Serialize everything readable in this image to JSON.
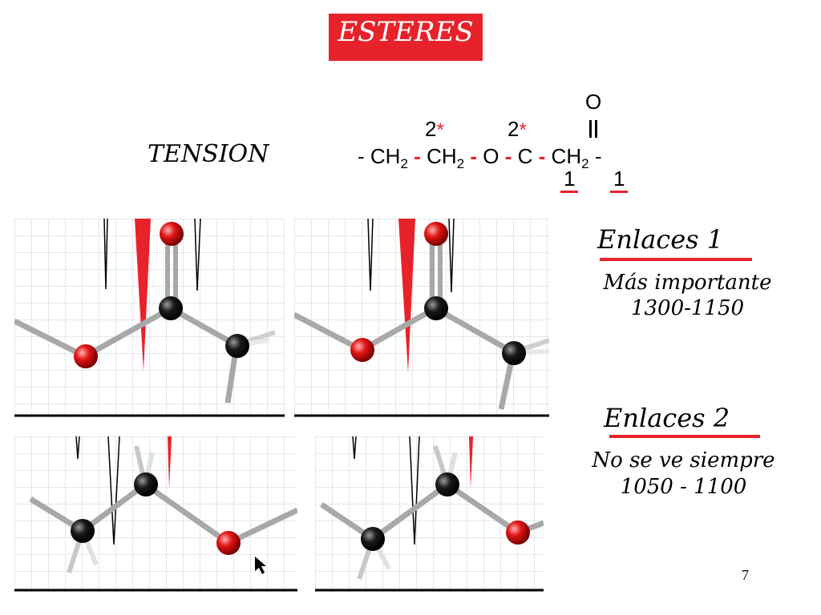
{
  "title": "ESTERES",
  "tension_label": "TENSION",
  "formula": {
    "lead_dash": "-",
    "group1": "CH",
    "group1_sub": "2",
    "bond1": "-",
    "group2": "CH",
    "group2_sub": "2",
    "bond2": "-",
    "atom_o": "O",
    "bond3": "-",
    "atom_c": "C",
    "bond4": "-",
    "group3": "CH",
    "group3_sub": "2",
    "tail_dash": "-",
    "carbonyl_o": "O",
    "double_bond": "=",
    "mark_2a": "2",
    "mark_2b": "2",
    "star": "*",
    "mark_1a": "1",
    "mark_1b": "1"
  },
  "enlaces1": {
    "heading": "Enlaces 1",
    "line1": "Más importante",
    "line2": "1300-1150"
  },
  "enlaces2": {
    "heading": "Enlaces 2",
    "line1": "No se ve siempre",
    "line2": "1050 - 1100"
  },
  "page_number": "7",
  "colors": {
    "accent_red": "#e8222a",
    "atom_red": "#dd1111",
    "atom_black": "#111111",
    "bond_gray": "#b0b0b0",
    "grid": "#cfcfcf"
  }
}
